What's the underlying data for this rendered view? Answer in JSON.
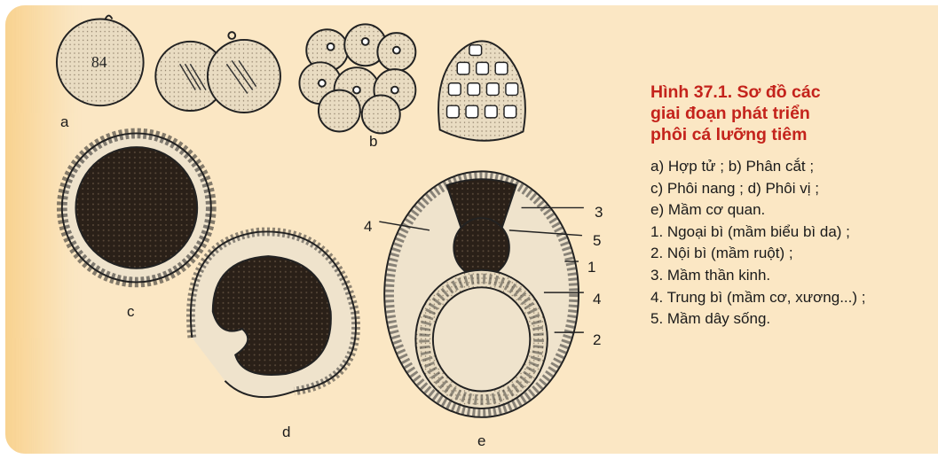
{
  "figure": {
    "title_lines": [
      "Hình 37.1. Sơ đồ các",
      "giai đoạn phát triển",
      "phôi cá lưỡng tiêm"
    ],
    "legend_lines": [
      "a) Hợp tử ; b) Phân cắt ;",
      "c) Phôi  nang ; d) Phôi vị ;",
      "e) Mầm cơ quan.",
      "1. Ngoại bì (mầm biểu bì da) ;",
      "2. Nội bì (mầm ruột) ;",
      "3. Mầm thần kinh.",
      "4. Trung bì (mầm cơ, xương...) ;",
      "5. Mầm dây sống."
    ]
  },
  "panel_labels": {
    "a": "a",
    "b": "b",
    "c": "c",
    "d": "d",
    "e": "e"
  },
  "callouts": {
    "c3": "3",
    "c5": "5",
    "c1": "1",
    "c4_left": "4",
    "c4_right": "4",
    "c2": "2"
  },
  "colors": {
    "panel_bg": "#fbe7c4",
    "accent": "#f6b13e",
    "title": "#c4231c",
    "ink": "#1a1a1a"
  }
}
